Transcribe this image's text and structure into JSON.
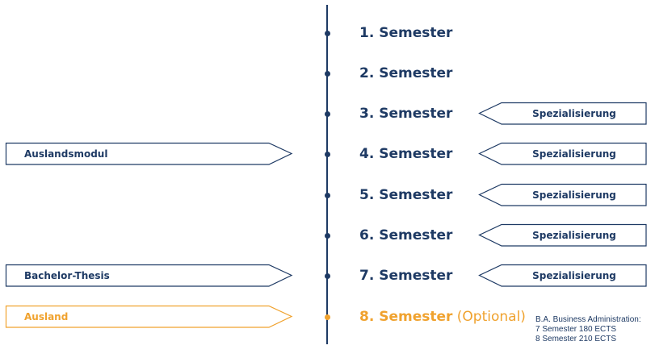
{
  "colors": {
    "navy": "#1e3a64",
    "orange": "#f0a22e"
  },
  "semesters": [
    {
      "label": "1. Semester",
      "optional": false
    },
    {
      "label": "2. Semester",
      "optional": false
    },
    {
      "label": "3. Semester",
      "optional": false
    },
    {
      "label": "4. Semester",
      "optional": false
    },
    {
      "label": "5. Semester",
      "optional": false
    },
    {
      "label": "6. Semester",
      "optional": false
    },
    {
      "label": "7. Semester",
      "optional": false
    },
    {
      "label": "8. Semester",
      "suffix": "(Optional)",
      "optional": true
    }
  ],
  "left_arrows": [
    {
      "label": "Auslandsmodul",
      "semester": 4,
      "color": "navy"
    },
    {
      "label": "Bachelor-Thesis",
      "semester": 7,
      "color": "navy"
    },
    {
      "label": "Ausland",
      "semester": 8,
      "color": "orange"
    }
  ],
  "right_arrows": [
    {
      "label": "Spezialisierung",
      "semester": 3
    },
    {
      "label": "Spezialisierung",
      "semester": 4
    },
    {
      "label": "Spezialisierung",
      "semester": 5
    },
    {
      "label": "Spezialisierung",
      "semester": 6
    },
    {
      "label": "Spezialisierung",
      "semester": 7
    }
  ],
  "note": {
    "line1": "B.A. Business Administration:",
    "line2": "7 Semester 180 ECTS",
    "line3": "8 Semester 210 ECTS"
  }
}
